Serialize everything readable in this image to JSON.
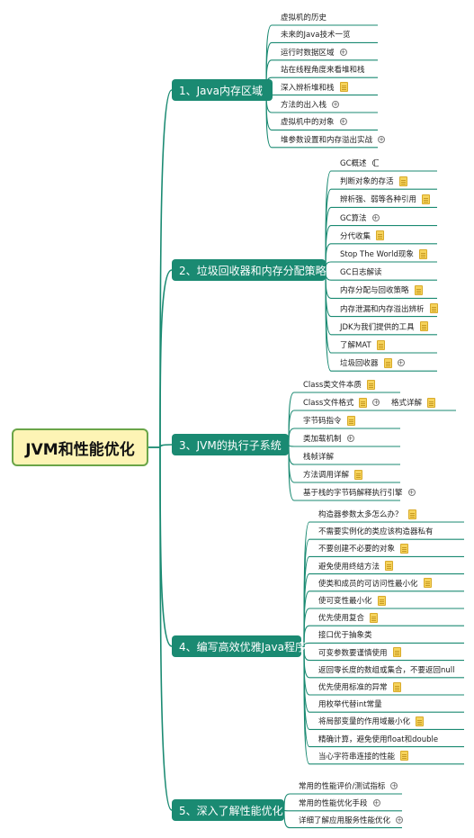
{
  "root": "JVM和性能优化",
  "branches": [
    {
      "label": "1、Java内存区域",
      "children": [
        {
          "text": "虚拟机的历史",
          "icon": ""
        },
        {
          "text": "未来的Java技术一览",
          "icon": ""
        },
        {
          "text": "运行时数据区域",
          "icon": "plus-icon"
        },
        {
          "text": "站在线程角度来看堆和栈",
          "icon": ""
        },
        {
          "text": "深入辨析堆和栈",
          "icon": "note-icon"
        },
        {
          "text": "方法的出入栈",
          "icon": "plus-icon"
        },
        {
          "text": "虚拟机中的对象",
          "icon": "plus-icon"
        },
        {
          "text": "堆参数设置和内存溢出实战",
          "icon": "plus-icon"
        }
      ]
    },
    {
      "label": "2、垃圾回收器和内存分配策略",
      "children": [
        {
          "text": "GC概述",
          "icon": "link-icon"
        },
        {
          "text": "判断对象的存活",
          "icon": "note-icon"
        },
        {
          "text": "辨析强、弱等各种引用",
          "icon": "note-icon"
        },
        {
          "text": "GC算法",
          "icon": "plus-icon"
        },
        {
          "text": "分代收集",
          "icon": "note-icon"
        },
        {
          "text": "Stop The World现象",
          "icon": "note-icon"
        },
        {
          "text": "GC日志解读",
          "icon": ""
        },
        {
          "text": "内存分配与回收策略",
          "icon": "note-icon"
        },
        {
          "text": "内存泄漏和内存溢出辨析",
          "icon": "note-icon"
        },
        {
          "text": "JDK为我们提供的工具",
          "icon": "note-icon"
        },
        {
          "text": "了解MAT",
          "icon": "note-icon"
        },
        {
          "text": "垃圾回收器",
          "icon": "note-icon plus-icon"
        }
      ]
    },
    {
      "label": "3、JVM的执行子系统",
      "children": [
        {
          "text": "Class类文件本质",
          "icon": "note-icon"
        },
        {
          "text": "Class文件格式",
          "icon": "note-icon plus-icon"
        },
        {
          "text": "字节码指令",
          "icon": "note-icon"
        },
        {
          "text": "类加载机制",
          "icon": "plus-icon"
        },
        {
          "text": "栈帧详解",
          "icon": ""
        },
        {
          "text": "方法调用详解",
          "icon": "note-icon"
        },
        {
          "text": "基于栈的字节码解释执行引擎",
          "icon": "plus-icon"
        }
      ],
      "sub": {
        "text": "格式详解",
        "icon": "note-icon"
      }
    },
    {
      "label": "4、编写高效优雅Java程序",
      "children": [
        {
          "text": "构造器参数太多怎么办？",
          "icon": "note-icon"
        },
        {
          "text": "不需要实例化的类应该构造器私有",
          "icon": ""
        },
        {
          "text": "不要创建不必要的对象",
          "icon": "note-icon"
        },
        {
          "text": "避免使用终结方法",
          "icon": "note-icon"
        },
        {
          "text": "使类和成员的可访问性最小化",
          "icon": "note-icon"
        },
        {
          "text": "使可变性最小化",
          "icon": "note-icon"
        },
        {
          "text": "优先使用复合",
          "icon": "note-icon"
        },
        {
          "text": "接口优于抽象类",
          "icon": ""
        },
        {
          "text": "可变参数要谨慎使用",
          "icon": "note-icon"
        },
        {
          "text": "返回零长度的数组或集合，不要返回null",
          "icon": ""
        },
        {
          "text": "优先使用标准的异常",
          "icon": "note-icon"
        },
        {
          "text": "用枚举代替int常量",
          "icon": ""
        },
        {
          "text": "将局部变量的作用域最小化",
          "icon": "note-icon"
        },
        {
          "text": "精确计算，避免使用float和double",
          "icon": ""
        },
        {
          "text": "当心字符串连接的性能",
          "icon": "note-icon"
        }
      ]
    },
    {
      "label": "5、深入了解性能优化",
      "children": [
        {
          "text": "常用的性能评价/测试指标",
          "icon": "plus-icon"
        },
        {
          "text": "常用的性能优化手段",
          "icon": "plus-icon"
        },
        {
          "text": "详细了解应用服务性能优化",
          "icon": "plus-icon"
        }
      ]
    }
  ],
  "colors": {
    "branch": "#1a8a72",
    "line": "#1a8a72",
    "root_fill": "#fdf4b5",
    "root_border": "#6aa548"
  }
}
